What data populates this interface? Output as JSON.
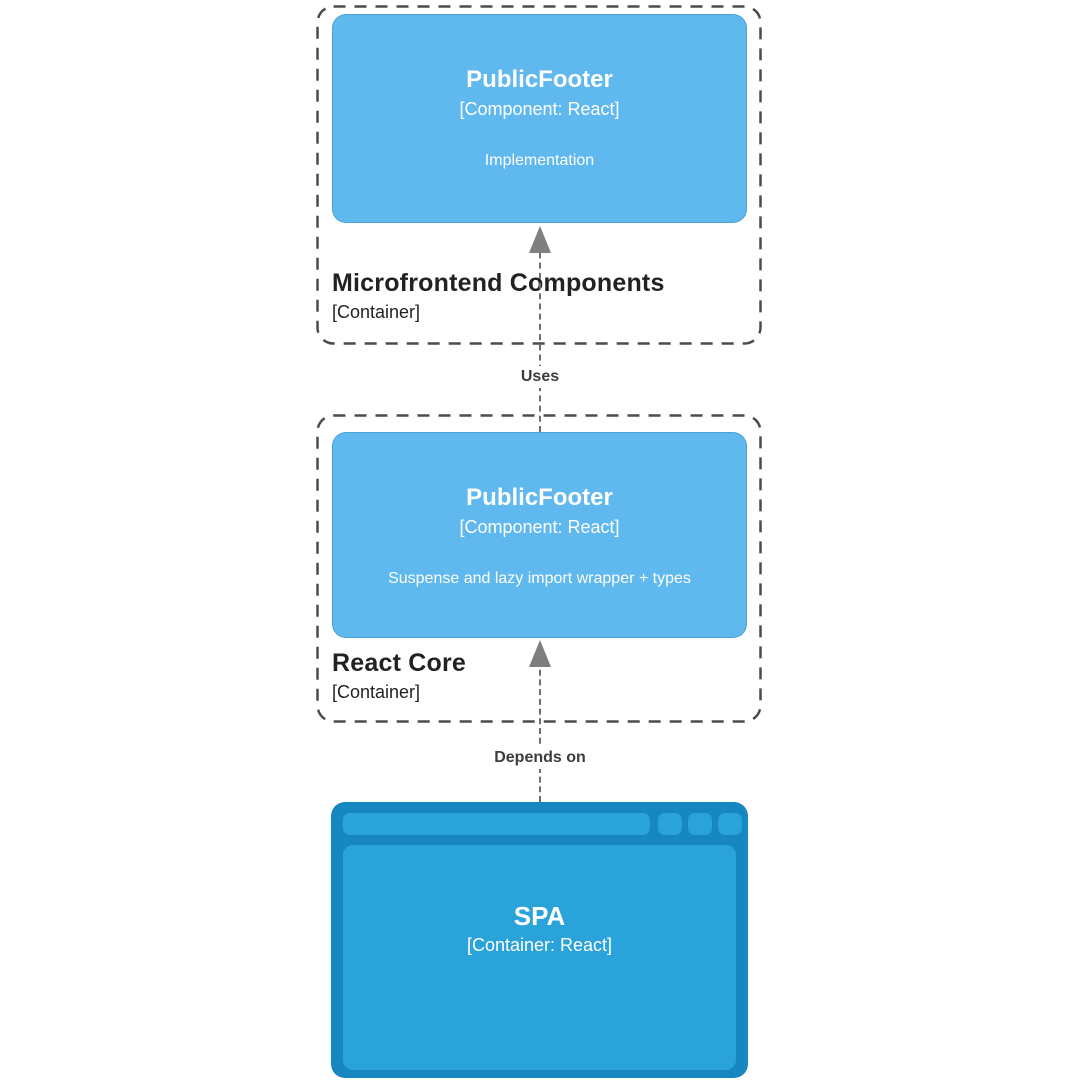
{
  "diagram": {
    "containers": [
      {
        "name": "Microfrontend Components",
        "type_label": "[Container]",
        "component": {
          "name": "PublicFooter",
          "meta": "[Component: React]",
          "description": "Implementation"
        }
      },
      {
        "name": "React Core",
        "type_label": "[Container]",
        "component": {
          "name": "PublicFooter",
          "meta": "[Component: React]",
          "description": "Suspense and lazy import wrapper + types"
        }
      }
    ],
    "spa": {
      "name": "SPA",
      "meta": "[Container: React]"
    },
    "relationships": [
      {
        "label": "Uses"
      },
      {
        "label": "Depends on"
      }
    ],
    "colors": {
      "component_fill": "#5FB8EE",
      "browser_frame": "#1787C2",
      "browser_inner": "#2AA2DA",
      "arrow": "#7F7F7F",
      "line_gray": "#6E6E6E",
      "boundary": "#4C4C4C",
      "label_text": "#3C3C3C",
      "title_text": "#222222"
    }
  }
}
